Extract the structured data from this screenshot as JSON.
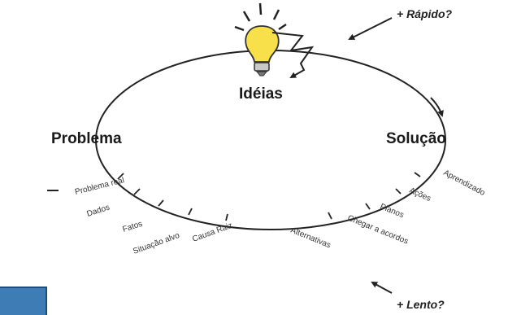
{
  "nodes": {
    "ideas": "Idéias",
    "problem": "Problema",
    "solution": "Solução"
  },
  "notes": {
    "faster": "+ Rápido?",
    "slower": "+ Lento?"
  },
  "left_path_steps": [
    "Problema real",
    "Dados",
    "Fatos",
    "Situação alvo",
    "Causa Raiz"
  ],
  "right_path_steps": [
    "Alternativas",
    "Chegar a acordos",
    "Planos",
    "Ações",
    "Aprendizado"
  ],
  "colors": {
    "bulb": "#f7e04a",
    "bulb_outline": "#333333",
    "blue_tab": "#3e7cb5",
    "line": "#222222"
  }
}
